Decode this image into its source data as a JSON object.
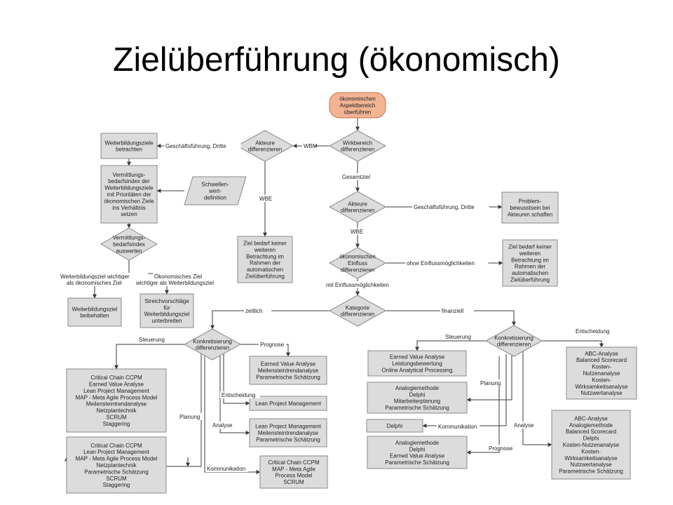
{
  "title": "Zielüberführung (ökonomisch)",
  "colors": {
    "box_fill": "#dcdcdc",
    "box_stroke": "#8a8a8a",
    "start_fill": "#f2b493",
    "start_stroke": "#c7714a",
    "line": "#3a3a3a"
  },
  "nodes": [
    {
      "id": "start",
      "shape": "rounded",
      "lines": [
        "ökonomischen",
        "Aspektbereich",
        "überführen"
      ]
    },
    {
      "id": "wirkbereich",
      "shape": "diamond",
      "lines": [
        "Wirkbereich",
        "differenzieren"
      ]
    },
    {
      "id": "akteure1",
      "shape": "diamond",
      "lines": [
        "Akteure",
        "differenzieren"
      ]
    },
    {
      "id": "wbziele",
      "shape": "box",
      "lines": [
        "Weiterbildungsziele",
        "betrachten"
      ]
    },
    {
      "id": "vermittlung",
      "shape": "box",
      "lines": [
        "Vermittlungs-",
        "bedarfsindex der",
        "Weiterbildungsziele",
        "mit Prioritäten der",
        "ökonomischen Ziele",
        "ins Verhältnis",
        "setzen"
      ]
    },
    {
      "id": "schwelle",
      "shape": "para",
      "lines": [
        "Schwellen-",
        "wert-",
        "definition"
      ]
    },
    {
      "id": "vbidx",
      "shape": "diamond",
      "lines": [
        "Vermittlungs-",
        "bedarfsindex",
        "auswerten"
      ]
    },
    {
      "id": "wbbeibehalten",
      "shape": "box",
      "lines": [
        "Weiterbildungsziel",
        "beibehalten"
      ]
    },
    {
      "id": "streich",
      "shape": "box",
      "lines": [
        "Streichvorschläge",
        "für",
        "Weiterbildungsziel",
        "unterbreiten"
      ]
    },
    {
      "id": "zielbedarf1",
      "shape": "box",
      "lines": [
        "Ziel bedarf keiner",
        "weiteren",
        "Betrachtung im",
        "Rahmen der",
        "automatischen",
        "Zielüberführung"
      ]
    },
    {
      "id": "akteure2",
      "shape": "diamond",
      "lines": [
        "Akteure",
        "differenzieren"
      ]
    },
    {
      "id": "problem",
      "shape": "box",
      "lines": [
        "Problem-",
        "bewusstsein bei",
        "Akteuren schaffen"
      ]
    },
    {
      "id": "oekeinfluss",
      "shape": "diamond",
      "lines": [
        "ökonomischen",
        "Einfluss",
        "differenzieren"
      ]
    },
    {
      "id": "zielbedarf2",
      "shape": "box",
      "lines": [
        "Ziel bedarf keiner",
        "weiteren",
        "Betrachtung im",
        "Rahmen der",
        "automatischen",
        "Zielüberführung"
      ]
    },
    {
      "id": "kategorie",
      "shape": "diamond",
      "lines": [
        "Kategorie",
        "differenzieren"
      ]
    },
    {
      "id": "konkret1",
      "shape": "diamond",
      "lines": [
        "Konkretisierung",
        "differenzieren"
      ]
    },
    {
      "id": "konkret2",
      "shape": "diamond",
      "lines": [
        "Konkretisierung",
        "differenzieren"
      ]
    },
    {
      "id": "ccpm1",
      "shape": "box",
      "lines": [
        "Critical Chain CCPM",
        "Earned Value Analyse",
        "Lean Project Management",
        "MAP - Meta Agile Process Model",
        "Meilensteintrendanalyse",
        "Netzplantechnik",
        "SCRUM",
        "Staggering"
      ]
    },
    {
      "id": "ccpm2",
      "shape": "box",
      "lines": [
        "Critical Chain CCPM",
        "Lean Project Management",
        "MAP - Meta Agile Process Model",
        "Netzplantechnik",
        "Parametrische Schätzung",
        "SCRUM",
        "Staggering"
      ]
    },
    {
      "id": "eva1",
      "shape": "box",
      "lines": [
        "Earned Value Analyse",
        "Meilensteintrendanalyse",
        "Parametrische Schätzung"
      ]
    },
    {
      "id": "lpm1",
      "shape": "box",
      "lines": [
        "Lean Project Management"
      ]
    },
    {
      "id": "lpm2",
      "shape": "box",
      "lines": [
        "Lean Project Management",
        "Meilensteintrendanalyse",
        "Parametrische Schätzung"
      ]
    },
    {
      "id": "ccpm3",
      "shape": "box",
      "lines": [
        "Critical Chain CCPM",
        "MAP - Meta Agile",
        "Process Model",
        "SCRUM"
      ]
    },
    {
      "id": "eva2",
      "shape": "box",
      "lines": [
        "Earned Value Analyse",
        "Leistungsbewertung",
        "Online Analytical Processing"
      ]
    },
    {
      "id": "analog1",
      "shape": "box",
      "lines": [
        "Analogiemethode",
        "Delphi",
        "Mitarbeiterplanung",
        "Parametrische Schätzung"
      ]
    },
    {
      "id": "delphi",
      "shape": "box",
      "lines": [
        "Delphi"
      ]
    },
    {
      "id": "analog2",
      "shape": "box",
      "lines": [
        "Analogiemethode",
        "Delphi",
        "Earned Value Analyse",
        "Parametrische Schätzung"
      ]
    },
    {
      "id": "abc1",
      "shape": "box",
      "lines": [
        "ABC-Analyse",
        "Balanced Scorecard",
        "Kosten-",
        "Nutzenanalyse",
        "Kosten-",
        "Wirksamkeitsanalyse",
        "Nutzwertanalyse"
      ]
    },
    {
      "id": "abc2",
      "shape": "box",
      "lines": [
        "ABC-Analyse",
        "Analogiemethode",
        "Balanced Scorecard",
        "Delphi",
        "Kosten-Nutzenanalyse",
        "Kosten-",
        "Wirksamkeitsanalyse",
        "Nutzwertanalyse",
        "Parametrische Schätzung"
      ]
    }
  ],
  "edge_labels": [
    {
      "id": "lbl-wbm",
      "text": "WBM"
    },
    {
      "id": "lbl-gf1",
      "text": "Geschäftsführung, Dritte"
    },
    {
      "id": "lbl-wbe1",
      "text": "WBE"
    },
    {
      "id": "lbl-gesamtziel",
      "text": "Gesamtziel"
    },
    {
      "id": "lbl-gf2",
      "text": "Geschäftsführung, Dritte"
    },
    {
      "id": "lbl-wbe2",
      "text": "WBE"
    },
    {
      "id": "lbl-ohne",
      "text": "ohne Einflussmöglichkeiten"
    },
    {
      "id": "lbl-mit",
      "text": "mit Einflussmöglichkeiten"
    },
    {
      "id": "lbl-wbwichtig",
      "text": "Weiterbildungsziel wichtiger"
    },
    {
      "id": "lbl-alsoek",
      "text": "als ökonomisches Ziel"
    },
    {
      "id": "lbl-oekwichtig",
      "text": "Ökonomisches Ziel"
    },
    {
      "id": "lbl-wichtigwb",
      "text": "wichtiger als Weiterbildungsziel"
    },
    {
      "id": "lbl-zeitlich",
      "text": "zeitlich"
    },
    {
      "id": "lbl-finanziell",
      "text": "finanziell"
    },
    {
      "id": "lbl-steuerung1",
      "text": "Steuerung"
    },
    {
      "id": "lbl-prognose1",
      "text": "Prognose"
    },
    {
      "id": "lbl-entscheidung1",
      "text": "Entscheidung"
    },
    {
      "id": "lbl-analyse1",
      "text": "Analyse"
    },
    {
      "id": "lbl-planung1",
      "text": "Planung"
    },
    {
      "id": "lbl-kommunikation1",
      "text": "Kommunikation"
    },
    {
      "id": "lbl-steuerung2",
      "text": "Steuerung"
    },
    {
      "id": "lbl-entscheidung2",
      "text": "Entscheidung"
    },
    {
      "id": "lbl-planung2",
      "text": "Planung"
    },
    {
      "id": "lbl-kommunikation2",
      "text": "Kommunikation"
    },
    {
      "id": "lbl-analyse2",
      "text": "Analyse"
    },
    {
      "id": "lbl-prognose2",
      "text": "Prognose"
    }
  ]
}
